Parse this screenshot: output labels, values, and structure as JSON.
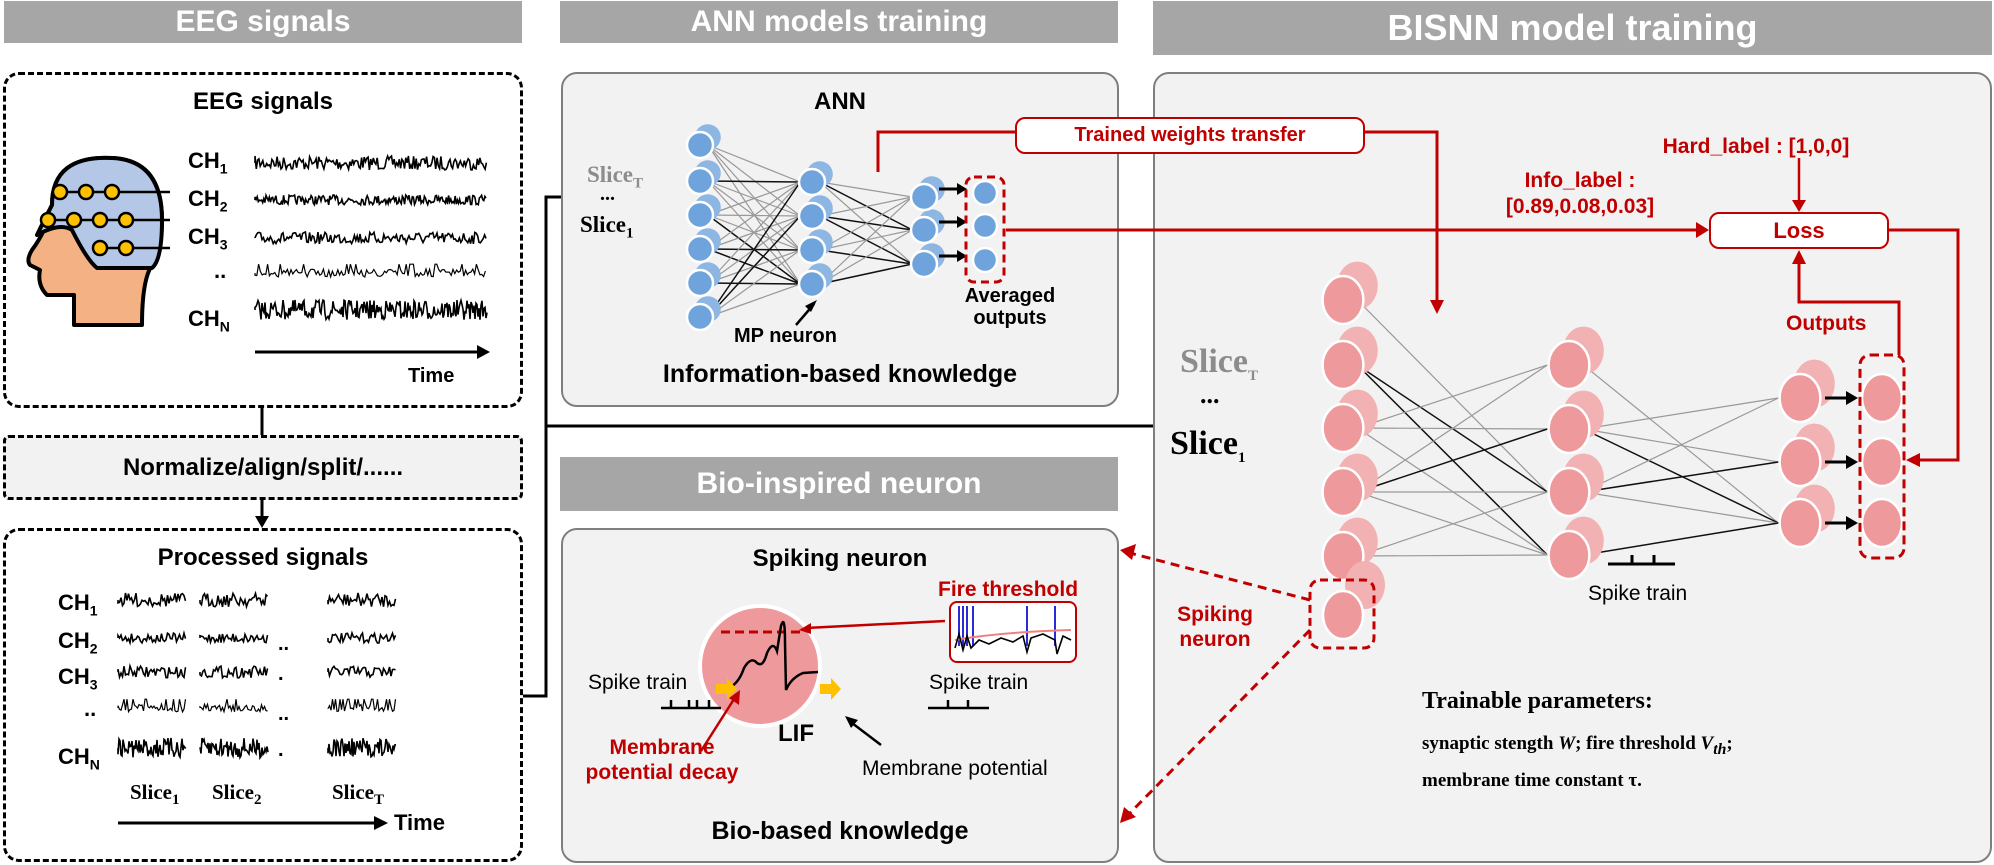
{
  "headers": {
    "eeg": "EEG signals",
    "ann": "ANN models training",
    "bisnn": "BISNN model training",
    "bio": "Bio-inspired neuron"
  },
  "eeg_box": {
    "title": "EEG signals",
    "channels": [
      {
        "name": "CH",
        "sub": "1"
      },
      {
        "name": "CH",
        "sub": "2"
      },
      {
        "name": "CH",
        "sub": "3"
      },
      {
        "name": "..",
        "sub": ""
      },
      {
        "name": "CH",
        "sub": "N"
      }
    ],
    "time_label": "Time"
  },
  "preprocess": {
    "label": "Normalize/align/split/......"
  },
  "processed_box": {
    "title": "Processed signals",
    "channels": [
      {
        "name": "CH",
        "sub": "1"
      },
      {
        "name": "CH",
        "sub": "2"
      },
      {
        "name": "CH",
        "sub": "3"
      },
      {
        "name": "..",
        "sub": ""
      },
      {
        "name": "CH",
        "sub": "N"
      }
    ],
    "slices": [
      {
        "name": "Slice",
        "sub": "1"
      },
      {
        "name": "Slice",
        "sub": "2"
      },
      {
        "name": "Slice",
        "sub": "T"
      }
    ],
    "time_label": "Time"
  },
  "ann_panel": {
    "title": "ANN",
    "slice_top": {
      "name": "Slice",
      "sub": "T"
    },
    "ellipsis": "...",
    "slice_bottom": {
      "name": "Slice",
      "sub": "1"
    },
    "mp_neuron": "MP neuron",
    "averaged_outputs_line1": "Averaged",
    "averaged_outputs_line2": "outputs",
    "footer": "Information-based knowledge"
  },
  "bio_panel": {
    "title": "Spiking neuron",
    "fire_threshold": "Fire threshold",
    "spike_train_in": "Spike train",
    "spike_train_out": "Spike train",
    "lif": "LIF",
    "decay_line1": "Membrane",
    "decay_line2": "potential decay",
    "membrane_potential": "Membrane potential",
    "footer": "Bio-based knowledge"
  },
  "bisnn_panel": {
    "transfer": "Trained weights transfer",
    "info_label_line1": "Info_label :",
    "info_label_line2": "[0.89,0.08,0.03]",
    "hard_label": "Hard_label : [1,0,0]",
    "loss": "Loss",
    "outputs": "Outputs",
    "slice_top": {
      "name": "Slice",
      "sub": "T"
    },
    "ellipsis": "...",
    "slice_bottom": {
      "name": "Slice",
      "sub": "1"
    },
    "spike_train": "Spike train",
    "spiking_neuron_line1": "Spiking",
    "spiking_neuron_line2": "neuron",
    "params_title": "Trainable parameters:",
    "params_line1_a": "synaptic stength ",
    "params_line1_W": "W",
    "params_line1_b": "; fire threshold ",
    "params_line1_V": "V",
    "params_line1_th": "th",
    "params_line1_c": ";",
    "params_line2": "membrane time constant τ."
  },
  "colors": {
    "header_gray": "#a6a6a6",
    "panel_bg": "#f2f2f2",
    "accent_red": "#c00000",
    "ann_neuron": "#6fa3dc",
    "snn_neuron": "#ee9a9c",
    "arrow_yellow": "#ffc000",
    "cap_blue": "#b4c7e7",
    "skin": "#f4b183",
    "electrode": "#ffc000"
  }
}
